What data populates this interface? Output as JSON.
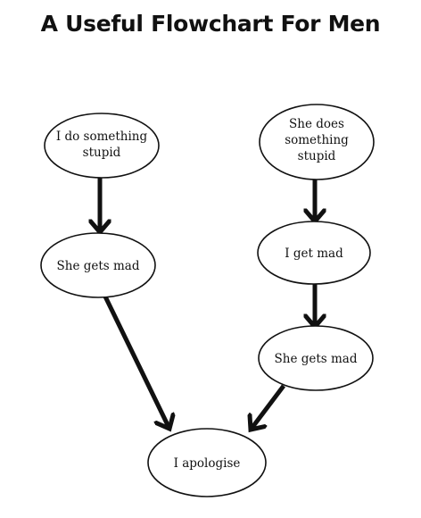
{
  "title": "A Useful Flowchart For Men",
  "colors": {
    "ink": "#111111",
    "background": "#ffffff"
  },
  "nodes": [
    {
      "id": "left-start",
      "lines": [
        "I do something",
        "stupid"
      ]
    },
    {
      "id": "left-mid",
      "lines": [
        "She gets mad"
      ]
    },
    {
      "id": "right-start",
      "lines": [
        "She does",
        "something",
        "stupid"
      ]
    },
    {
      "id": "right-mid",
      "lines": [
        "I get mad"
      ]
    },
    {
      "id": "right-low",
      "lines": [
        "She gets mad"
      ]
    },
    {
      "id": "end",
      "lines": [
        "I apologise"
      ]
    }
  ],
  "edges": [
    {
      "from": "left-start",
      "to": "left-mid"
    },
    {
      "from": "left-mid",
      "to": "end"
    },
    {
      "from": "right-start",
      "to": "right-mid"
    },
    {
      "from": "right-mid",
      "to": "right-low"
    },
    {
      "from": "right-low",
      "to": "end"
    }
  ]
}
